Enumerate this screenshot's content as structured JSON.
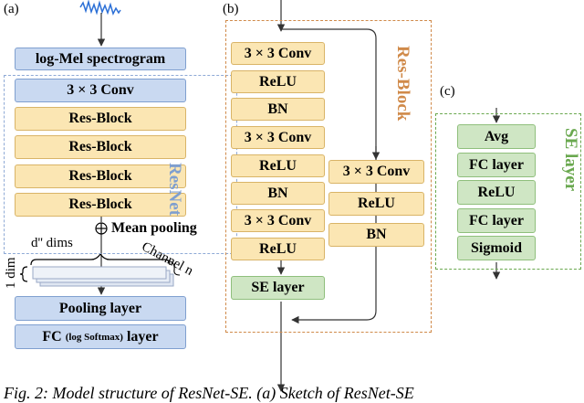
{
  "panels": {
    "a": {
      "label": "(a)",
      "input": "log-Mel spectrogram",
      "conv": "3 × 3 Conv",
      "blocks": [
        "Res-Block",
        "Res-Block",
        "Res-Block",
        "Res-Block"
      ],
      "group_label": "ResNet",
      "mean_pooling": "Mean pooling",
      "dims_label": "d'' dims",
      "one_dim": "1 dim",
      "channel": "Channel n",
      "pooling_layer": "Pooling layer",
      "fc_prefix": "FC",
      "fc_sub": "(log Softmax)",
      "fc_suffix": "layer"
    },
    "b": {
      "label": "(b)",
      "group_label": "Res-Block",
      "main": [
        "3 × 3 Conv",
        "ReLU",
        "BN",
        "3 × 3 Conv",
        "ReLU",
        "BN",
        "3 × 3 Conv",
        "ReLU"
      ],
      "se": "SE layer",
      "side": [
        "3 × 3 Conv",
        "ReLU",
        "BN"
      ]
    },
    "c": {
      "label": "(c)",
      "group_label": "SE layer",
      "items": [
        "Avg",
        "FC layer",
        "ReLU",
        "FC layer",
        "Sigmoid"
      ]
    }
  },
  "caption": "Fig. 2: Model structure of ResNet-SE. (a) Sketch of ResNet-SE",
  "colors": {
    "blue": "#c9d9f1",
    "yellow": "#fbe6b3",
    "green": "#cfe6c4",
    "resnet_label": "#7f9fcf",
    "resblock_label": "#d08a4a",
    "se_label": "#6aa84f"
  }
}
